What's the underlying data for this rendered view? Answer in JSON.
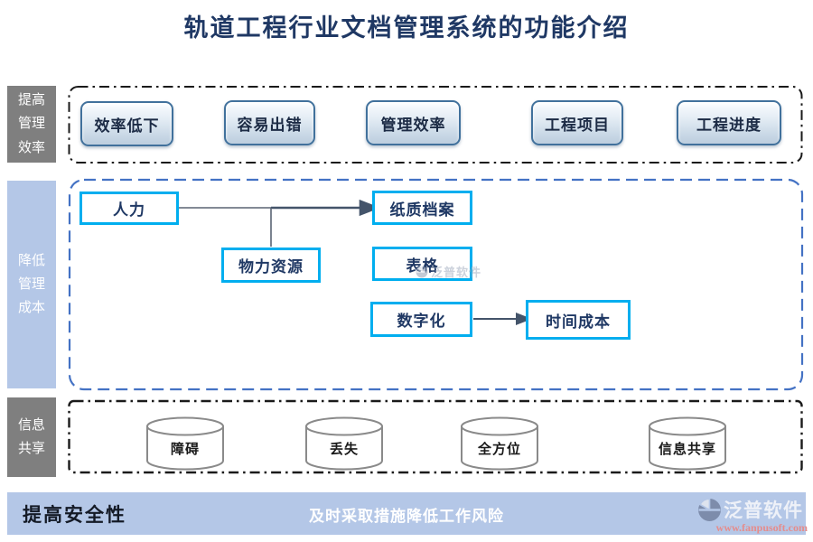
{
  "title": "轨道工程行业文档管理系统的功能介绍",
  "sidebar": {
    "items": [
      {
        "label": "提高\n管理\n效率"
      },
      {
        "label": "降低\n管理\n成本"
      },
      {
        "label": "信息\n共享"
      }
    ]
  },
  "problem_row": {
    "buttons": [
      {
        "label": "效率低下"
      },
      {
        "label": "容易出错"
      },
      {
        "label": "管理效率"
      },
      {
        "label": "工程项目"
      },
      {
        "label": "工程进度"
      }
    ]
  },
  "flowchart": {
    "manpower": "人力",
    "material_resource": "物力资源",
    "paper_archive": "纸质档案",
    "table": "表格",
    "digitization": "数字化",
    "time_cost": "时间成本"
  },
  "storage_row": {
    "cylinders": [
      {
        "label": "障碍"
      },
      {
        "label": "丢失"
      },
      {
        "label": "全方位"
      },
      {
        "label": "信息共享"
      }
    ]
  },
  "footer": {
    "left_label": "提高安全性",
    "center_text": "及时采取措施降低工作风险",
    "brand_name": "泛普软件",
    "brand_url": "www.fanpusoft.com"
  },
  "watermark": {
    "text": "泛普软件"
  },
  "colors": {
    "title": "#1F3864",
    "node_border": "#00AEEF",
    "node_text": "#1F3864",
    "sidebar_gray": "#7F7F7F",
    "periwinkle": "#B4C7E7",
    "section_blue_border": "#4472C4",
    "connector": "#44546A",
    "brand_url": "#E58C8C"
  }
}
